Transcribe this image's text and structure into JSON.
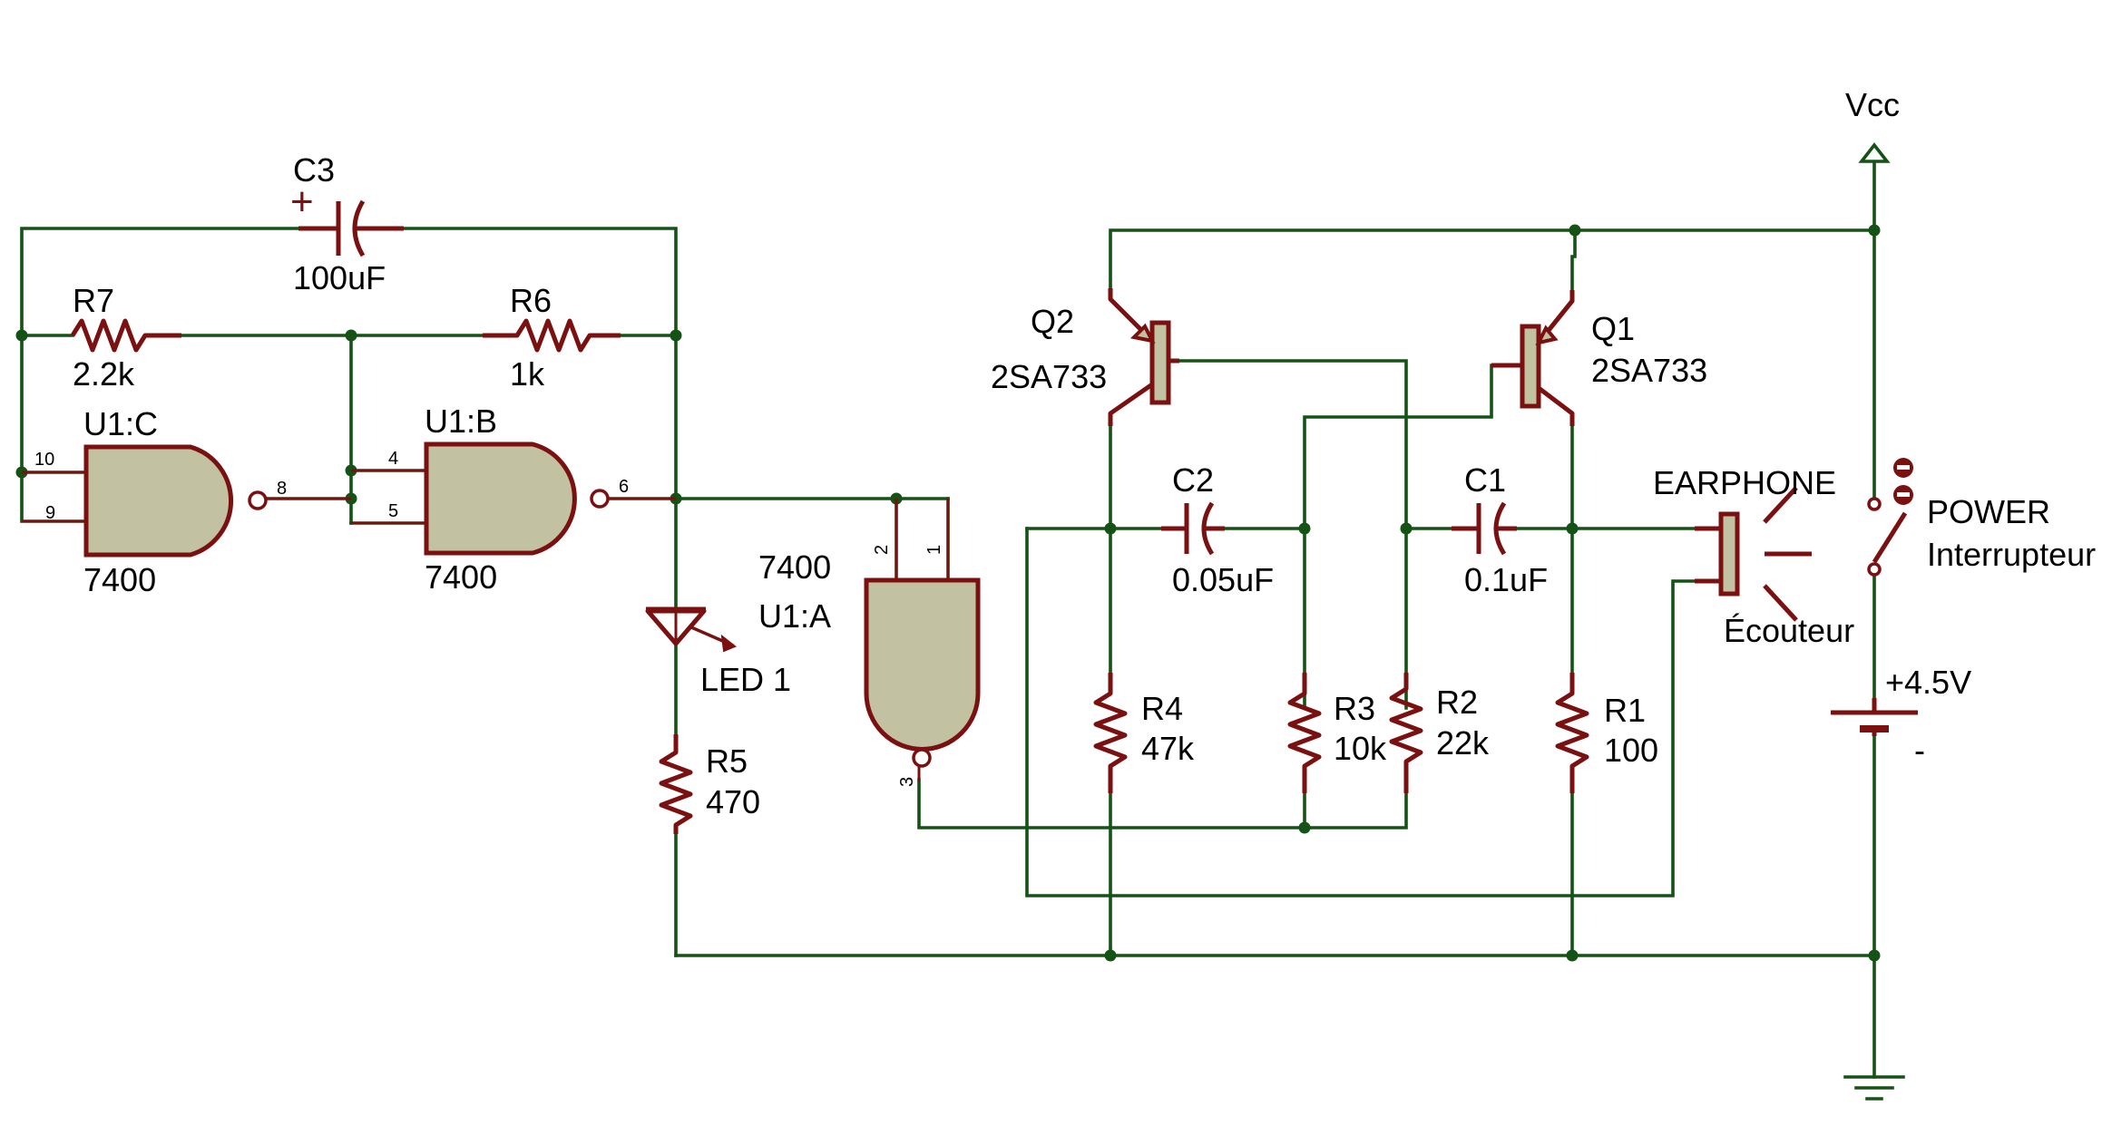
{
  "components": {
    "c3": {
      "name": "C3",
      "value": "100uF",
      "polarity": "+"
    },
    "r7": {
      "name": "R7",
      "value": "2.2k"
    },
    "r6": {
      "name": "R6",
      "value": "1k"
    },
    "u1c": {
      "name": "U1:C",
      "part": "7400",
      "pin_in1": "10",
      "pin_in2": "9",
      "pin_out": "8"
    },
    "u1b": {
      "name": "U1:B",
      "part": "7400",
      "pin_in1": "4",
      "pin_in2": "5",
      "pin_out": "6"
    },
    "u1a": {
      "name": "U1:A",
      "part": "7400",
      "pin_in1": "2",
      "pin_in2": "1",
      "pin_out": "3"
    },
    "led1": {
      "name": "LED 1"
    },
    "r5": {
      "name": "R5",
      "value": "470"
    },
    "q2": {
      "name": "Q2",
      "part": "2SA733"
    },
    "q1": {
      "name": "Q1",
      "part": "2SA733"
    },
    "c2": {
      "name": "C2",
      "value": "0.05uF"
    },
    "c1": {
      "name": "C1",
      "value": "0.1uF"
    },
    "r4": {
      "name": "R4",
      "value": "47k"
    },
    "r3": {
      "name": "R3",
      "value": "10k"
    },
    "r2": {
      "name": "R2",
      "value": "22k"
    },
    "r1": {
      "name": "R1",
      "value": "100"
    },
    "earphone": {
      "name": "EARPHONE",
      "label_fr": "Écouteur"
    },
    "switch": {
      "name": "POWER",
      "label_fr": "Interrupteur"
    },
    "battery": {
      "value": "+4.5V",
      "minus": "-"
    },
    "vcc": {
      "name": "Vcc"
    }
  },
  "colors": {
    "wire": "#155215",
    "component": "#7a1010",
    "gate_fill": "#c2c2a2",
    "text": "#000000"
  }
}
